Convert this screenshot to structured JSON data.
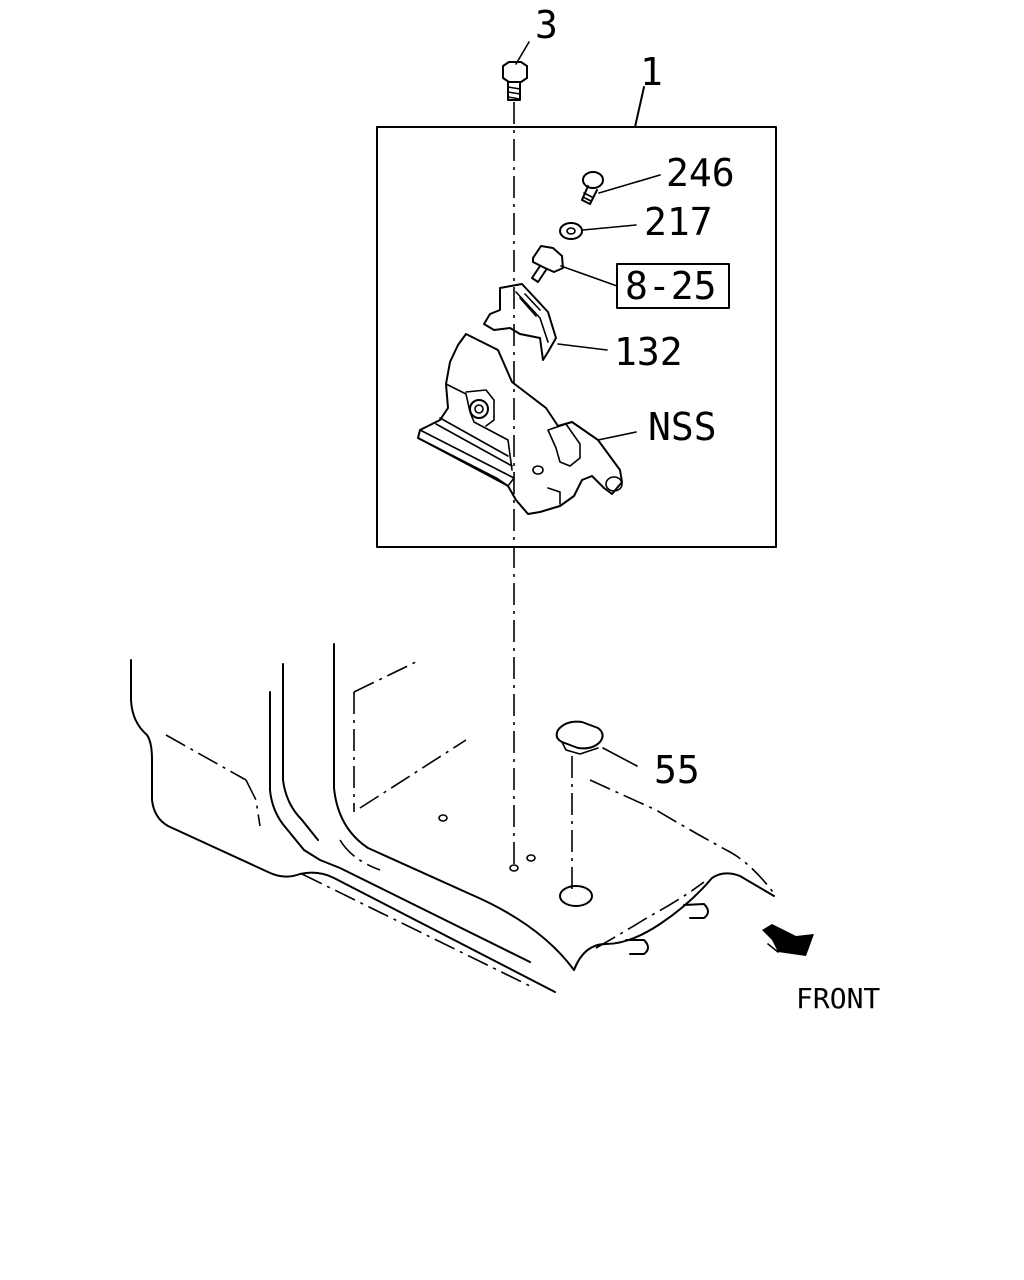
{
  "callouts": {
    "bolt": "3",
    "assembly": "1",
    "screw": "246",
    "washer": "217",
    "knob_ref": "8-25",
    "cover": "132",
    "bracket": "NSS",
    "plug": "55"
  },
  "direction": "FRONT"
}
